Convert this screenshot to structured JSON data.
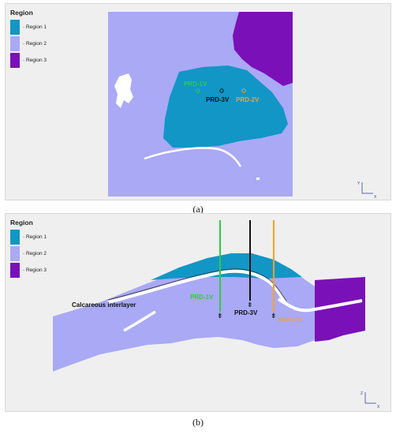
{
  "colors": {
    "region1": "#1296c6",
    "region2": "#a9a9f6",
    "region3": "#7a10b8",
    "bg": "#efefef",
    "prd1v": "#2ecc40",
    "prd2v": "#f5a030",
    "prd3v": "#111111"
  },
  "panel_a": {
    "legend_title": "Region",
    "legend": [
      {
        "label": "Region 1",
        "color": "#1296c6"
      },
      {
        "label": "Region 2",
        "color": "#a9a9f6"
      },
      {
        "label": "Region 3",
        "color": "#7a10b8"
      }
    ],
    "wells": [
      {
        "label": "PRD-1V",
        "color": "#2ecc40"
      },
      {
        "label": "PRD-3V",
        "color": "#111111"
      },
      {
        "label": "PRD-2V",
        "color": "#f5a030"
      }
    ],
    "axis": {
      "y": "Y",
      "x": "X"
    },
    "caption": "(a)"
  },
  "panel_b": {
    "legend_title": "Region",
    "legend": [
      {
        "label": "Region 1",
        "color": "#1296c6"
      },
      {
        "label": "Region 2",
        "color": "#a9a9f6"
      },
      {
        "label": "Region 3",
        "color": "#7a10b8"
      }
    ],
    "annotation": "Calcareous interlayer",
    "wells": [
      {
        "label": "PRD-1V",
        "color": "#2ecc40"
      },
      {
        "label": "PRD-3V",
        "color": "#111111"
      },
      {
        "label": "PRD-2V",
        "color": "#f5a030"
      }
    ],
    "axis": {
      "z": "Z",
      "x": "X"
    },
    "caption": "(b)"
  }
}
